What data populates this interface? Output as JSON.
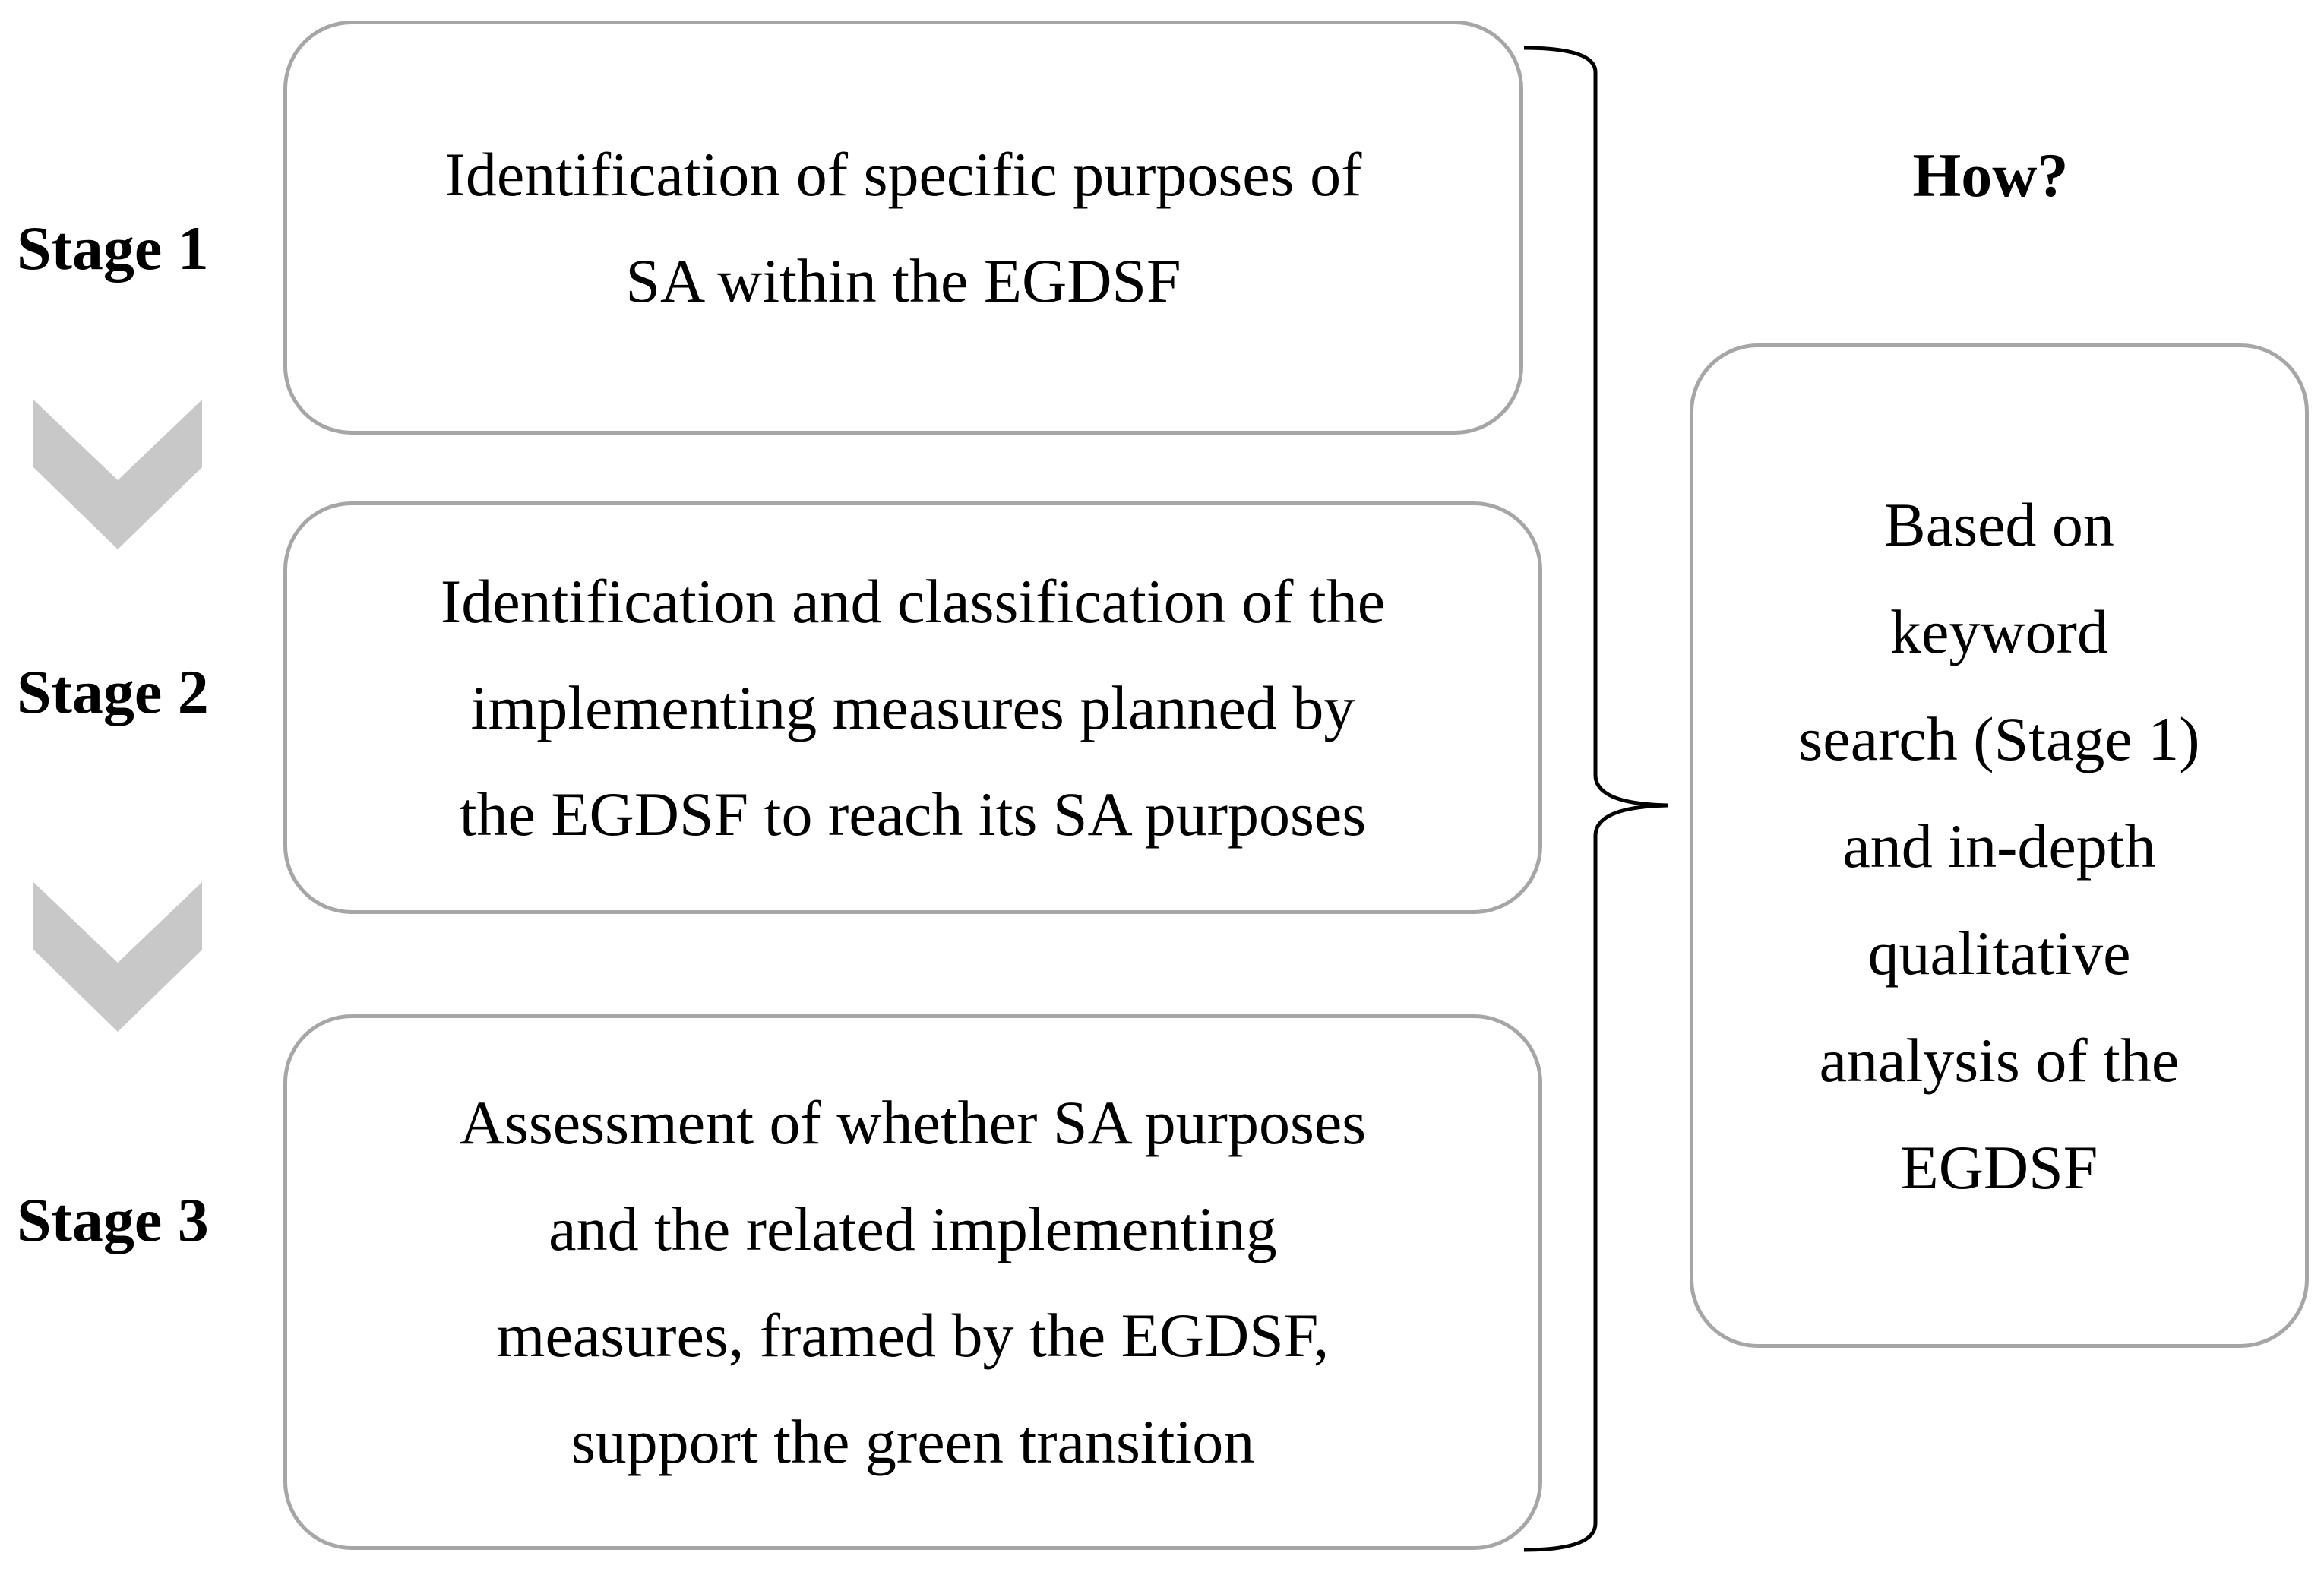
{
  "stages": [
    {
      "label": "Stage 1",
      "lines": [
        "Identification of specific purposes of",
        "SA within the EGDSF"
      ]
    },
    {
      "label": "Stage 2",
      "lines": [
        "Identification and classification of the",
        "implementing measures planned by",
        "the EGDSF to reach its SA purposes"
      ]
    },
    {
      "label": "Stage 3",
      "lines": [
        "Assessment of whether SA purposes",
        "and the related implementing",
        "measures, framed by the EGDSF,",
        "support the green transition"
      ]
    }
  ],
  "how": {
    "title": "How?",
    "lines": [
      "Based on",
      "keyword",
      "search (Stage 1)",
      "and in-depth",
      "qualitative",
      "analysis of the",
      "EGDSF"
    ]
  },
  "colors": {
    "box_border": "#a6a6a6",
    "chevron_fill": "#c8c8c8",
    "bracket": "#000000",
    "text": "#000000"
  }
}
